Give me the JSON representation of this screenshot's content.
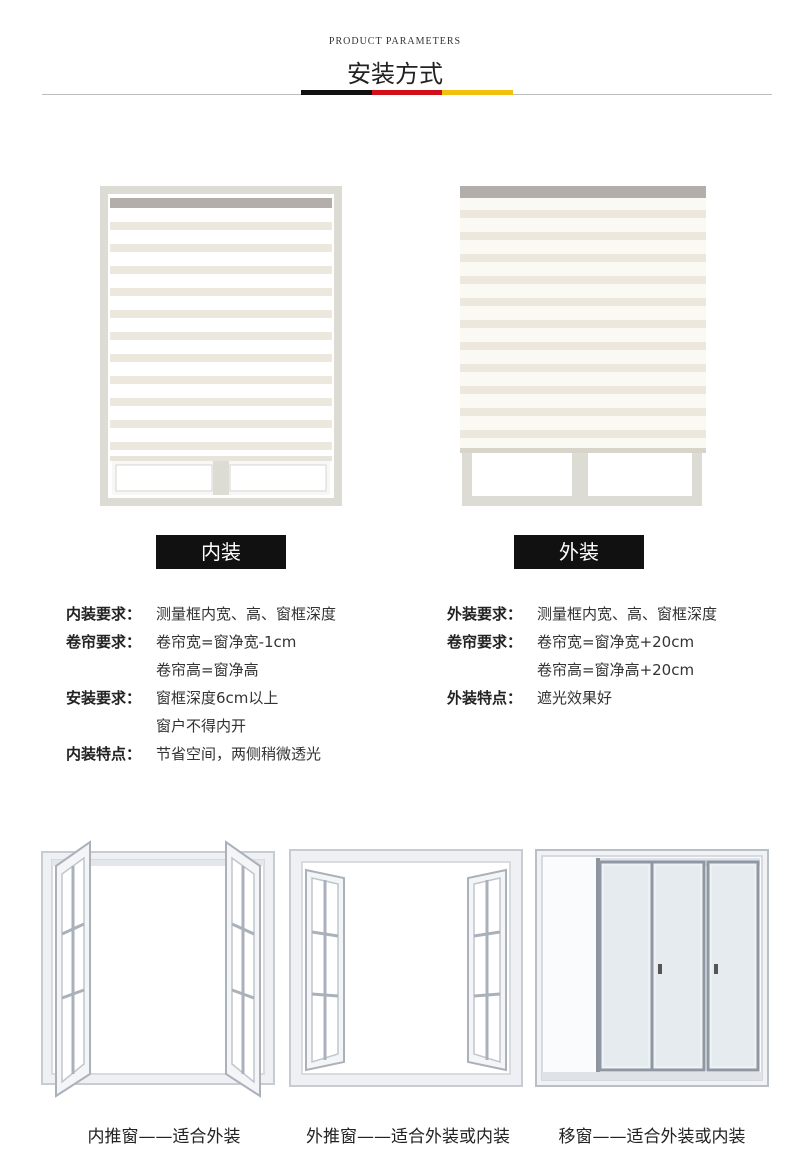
{
  "header": {
    "subtitle": "PRODUCT PARAMETERS",
    "title": "安装方式",
    "bar_colors": [
      "#111111",
      "#d0101a",
      "#f2c10f"
    ]
  },
  "inner": {
    "label": "内装",
    "specs": [
      {
        "key": "内装要求：",
        "lines": [
          "测量框内宽、高、窗框深度"
        ]
      },
      {
        "key": "卷帘要求：",
        "lines": [
          "卷帘宽=窗净宽-1cm",
          "卷帘高=窗净高"
        ]
      },
      {
        "key": "安装要求：",
        "lines": [
          "窗框深度6cm以上",
          "窗户不得内开"
        ]
      },
      {
        "key": "内装特点：",
        "lines": [
          "节省空间，两侧稍微透光"
        ]
      }
    ]
  },
  "outer": {
    "label": "外装",
    "specs": [
      {
        "key": "外装要求：",
        "lines": [
          "测量框内宽、高、窗框深度"
        ]
      },
      {
        "key": "卷帘要求：",
        "lines": [
          "卷帘宽=窗净宽+20cm",
          "卷帘高=窗净高+20cm"
        ]
      },
      {
        "key": "外装特点：",
        "lines": [
          "遮光效果好"
        ]
      }
    ]
  },
  "windows": {
    "captions": [
      "内推窗——适合外装",
      "外推窗——适合外装或内装",
      "移窗——适合外装或内装"
    ]
  },
  "colors": {
    "frame": "#dcdcd4",
    "stripe_light": "#fbf9f4",
    "stripe_dark": "#ece8de",
    "rail": "#b3aeaa"
  }
}
